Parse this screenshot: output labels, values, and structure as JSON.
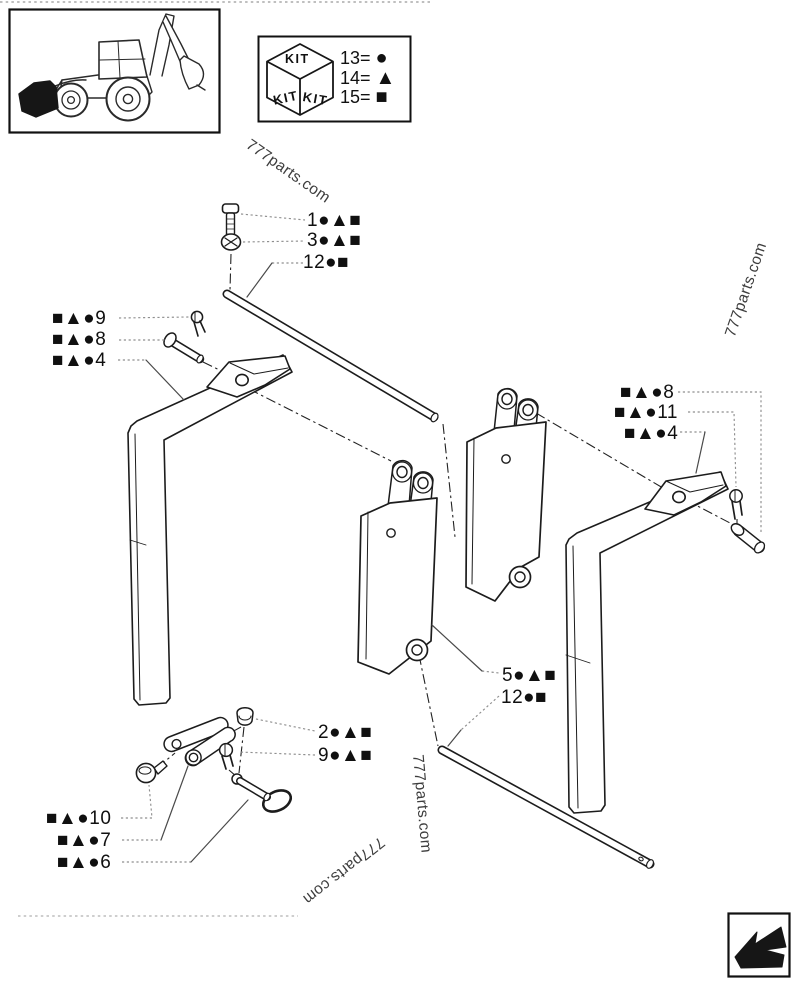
{
  "watermark": {
    "text": "777parts.com"
  },
  "kit_legend": {
    "cube_top": "KIT",
    "cube_left": "KIT",
    "cube_right": "KIT",
    "rows": [
      {
        "label": "13=",
        "symbol": "●"
      },
      {
        "label": "14=",
        "symbol": "▲"
      },
      {
        "label": "15=",
        "symbol": "■"
      }
    ]
  },
  "callouts": [
    {
      "id": "1",
      "text": "1●▲■"
    },
    {
      "id": "3",
      "text": "3●▲■"
    },
    {
      "id": "12-top",
      "text": "12●■"
    },
    {
      "id": "9-left",
      "text": "■▲●9"
    },
    {
      "id": "8-left",
      "text": "■▲●8"
    },
    {
      "id": "4-left",
      "text": "■▲●4"
    },
    {
      "id": "8-right",
      "text": "■▲●8"
    },
    {
      "id": "11-right",
      "text": "■▲●11"
    },
    {
      "id": "4-right",
      "text": "■▲●4"
    },
    {
      "id": "5",
      "text": "5●▲■"
    },
    {
      "id": "12-bottom",
      "text": "12●■"
    },
    {
      "id": "2",
      "text": "2●▲■"
    },
    {
      "id": "9-bottom",
      "text": "9●▲■"
    },
    {
      "id": "10",
      "text": "■▲●10"
    },
    {
      "id": "7",
      "text": "■▲●7"
    },
    {
      "id": "6",
      "text": "■▲●6"
    }
  ],
  "colors": {
    "line": "#1c1c1c",
    "leader": "#8f8f8f",
    "watermark": "#3d3d3d"
  }
}
